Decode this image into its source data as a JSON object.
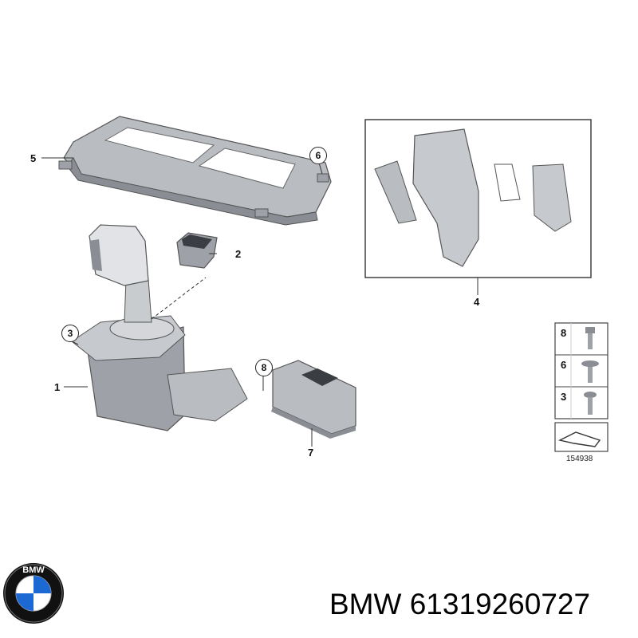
{
  "callouts": {
    "c1": "1",
    "c2": "2",
    "c3": "3",
    "c4": "4",
    "c5": "5",
    "c6": "6",
    "c7": "7",
    "c8": "8"
  },
  "legend": {
    "items": [
      "8",
      "6",
      "3"
    ],
    "reference": "154938"
  },
  "brand": {
    "logo_letters": "BMW",
    "name": "BMW",
    "part_number": "61319260727"
  },
  "colors": {
    "part_fill": "#b9bcc1",
    "part_dark": "#8a8e94",
    "part_light": "#e1e3e6",
    "line": "#333333",
    "logo_blue": "#1c69d4"
  }
}
